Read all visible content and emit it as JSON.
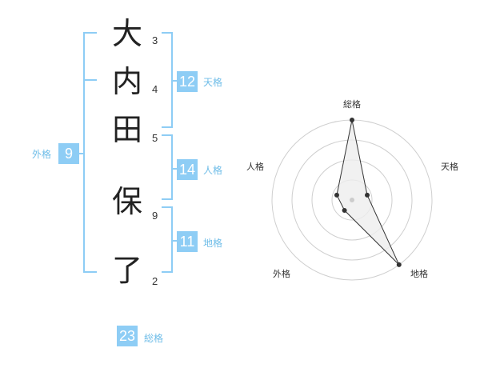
{
  "name": {
    "chars": [
      {
        "char": "大",
        "strokes": "3"
      },
      {
        "char": "内",
        "strokes": "4"
      },
      {
        "char": "田",
        "strokes": "5"
      },
      {
        "char": "保",
        "strokes": "9"
      },
      {
        "char": "了",
        "strokes": "2"
      }
    ]
  },
  "fortune": {
    "tenkaku": {
      "value": "12",
      "label": "天格"
    },
    "jinkaku": {
      "value": "14",
      "label": "人格"
    },
    "chikaku": {
      "value": "11",
      "label": "地格"
    },
    "gaikaku": {
      "value": "9",
      "label": "外格"
    },
    "soukaku": {
      "value": "23",
      "label": "総格"
    }
  },
  "colors": {
    "accent": "#8ecdf5",
    "accent_text": "#6fbde8",
    "radar_fill": "#eeeeee",
    "radar_point": "#333333"
  },
  "chart_data": {
    "type": "radar",
    "axes": [
      "総格",
      "天格",
      "地格",
      "外格",
      "人格"
    ],
    "levels": 4,
    "max": 5,
    "values": [
      5,
      1,
      5,
      0.8,
      1
    ]
  }
}
